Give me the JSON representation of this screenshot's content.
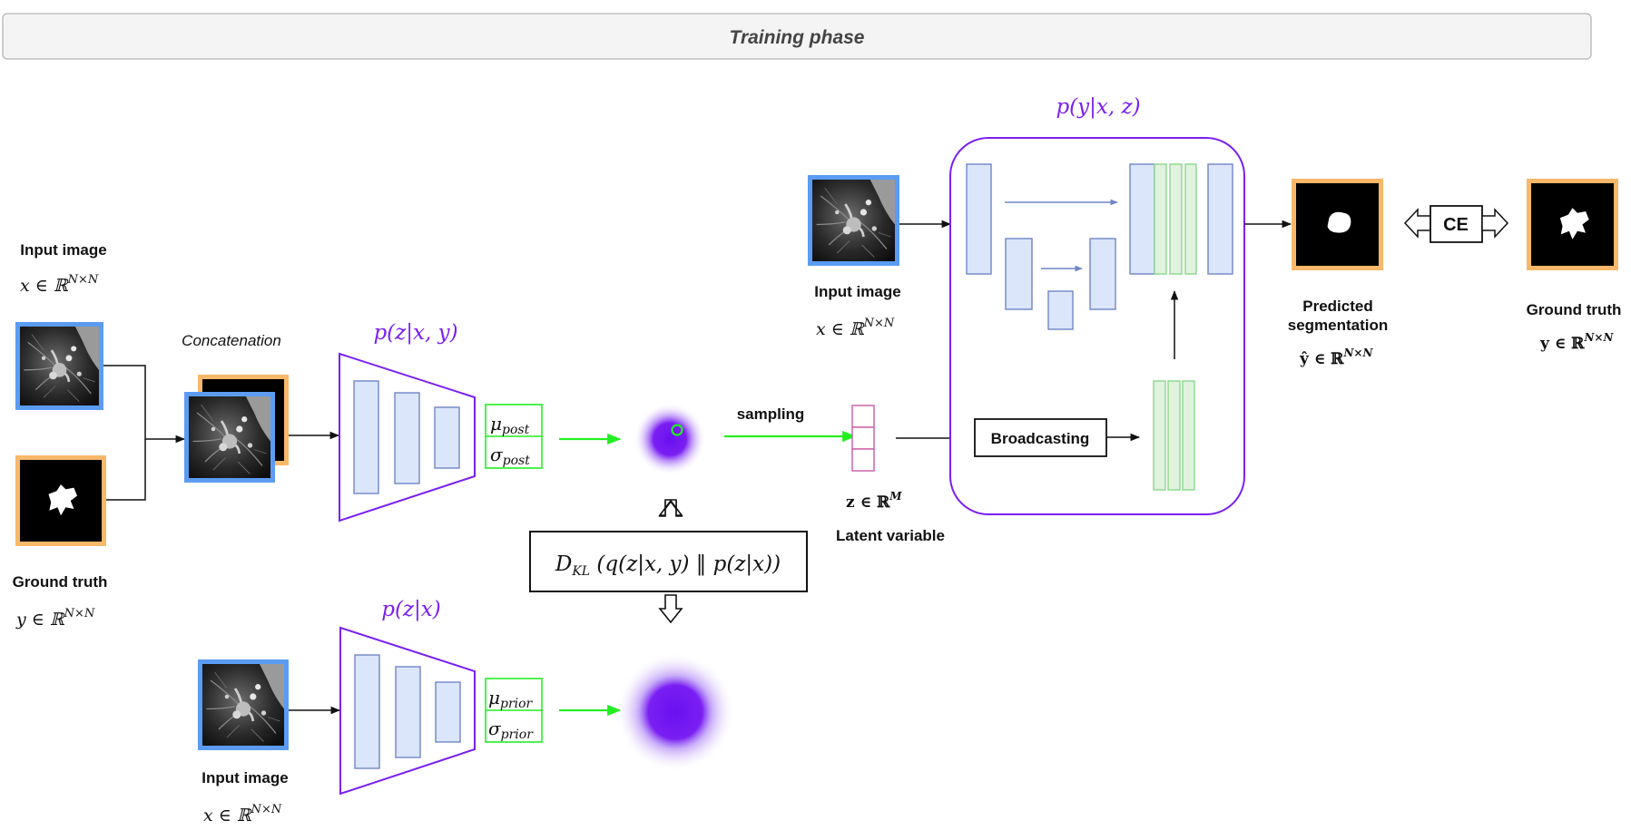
{
  "header": {
    "title": "Training phase"
  },
  "posterior": {
    "input_label": "Input image",
    "input_math": "x ∈ ℝ",
    "input_sup": "N×N",
    "gt_label": "Ground truth",
    "gt_math": "y ∈ ℝ",
    "gt_sup": "N×N",
    "concat_label": "Concatenation",
    "encoder_title": "p(z|x, y)",
    "mu": "μ",
    "mu_sub": "post",
    "sigma": "σ",
    "sigma_sub": "post"
  },
  "prior": {
    "input_label": "Input image",
    "input_math": "x ∈ ℝ",
    "input_sup": "N×N",
    "encoder_title": "p(z|x)",
    "mu": "μ",
    "mu_sub": "prior",
    "sigma": "σ",
    "sigma_sub": "prior"
  },
  "kl": {
    "formula": "D",
    "sub": "KL",
    "rest": " (q(z|x, y) ‖ p(z|x))"
  },
  "latent": {
    "sampling_label": "sampling",
    "math": "z ∈ ℝ",
    "sup": "M",
    "label": "Latent variable"
  },
  "decoder": {
    "title": "p(y|x, z)",
    "input_label": "Input image",
    "input_math": "x ∈ ℝ",
    "input_sup": "N×N",
    "broadcast_label": "Broadcasting"
  },
  "output": {
    "pred_label_line1": "Predicted",
    "pred_label_line2": "segmentation",
    "pred_math": "ŷ ∈ ℝ",
    "pred_sup": "N×N",
    "loss_label": "CE",
    "gt_label": "Ground truth",
    "gt_math": "y ∈ ℝ",
    "gt_sup": "N×N"
  },
  "colors": {
    "accent_purple": "#7a1ff2",
    "green": "#22ee22",
    "image_border_blue": "#5b9cf2",
    "mask_border_orange": "#f7b86a",
    "layer_fill": "#dce6fa",
    "layer_stroke": "#6f86c7",
    "latent_pink": "#cc66aa",
    "decoder_green": "#8cd68c"
  }
}
